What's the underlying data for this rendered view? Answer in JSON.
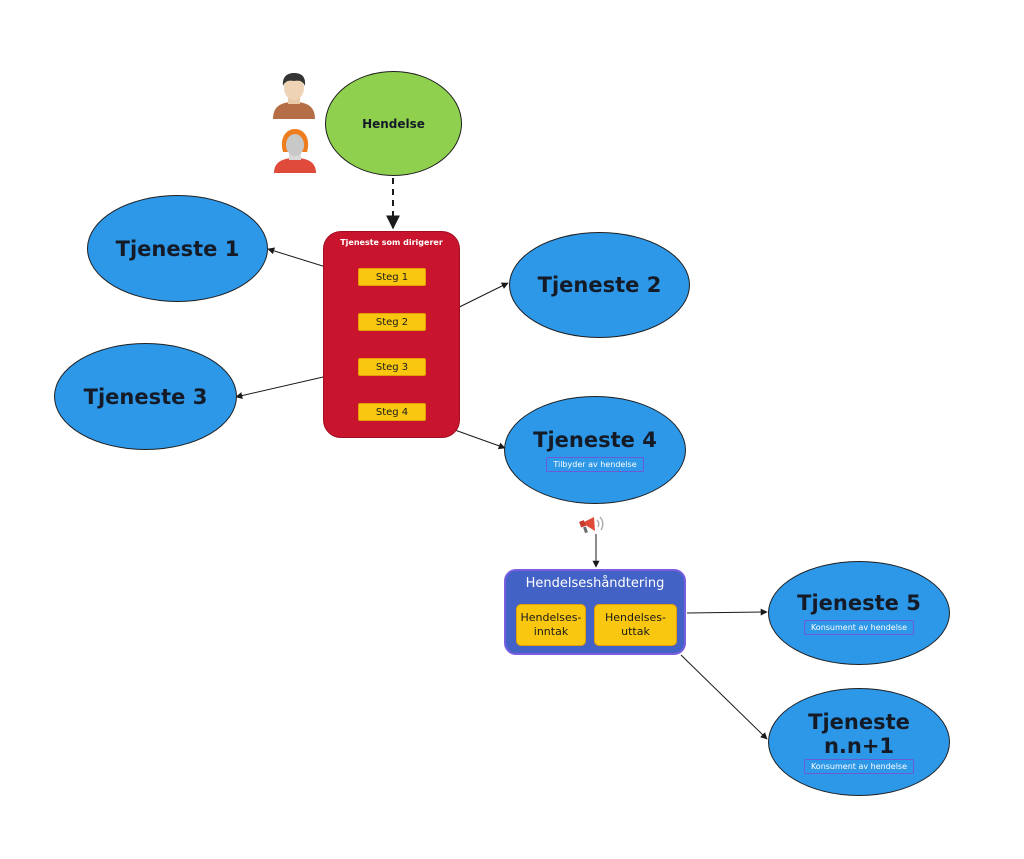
{
  "event": {
    "label": "Hendelse"
  },
  "orchestrator": {
    "title": "Tjeneste som dirigerer",
    "steps": [
      "Steg 1",
      "Steg 2",
      "Steg 3",
      "Steg 4"
    ]
  },
  "services": [
    {
      "name": "Tjeneste 1"
    },
    {
      "name": "Tjeneste 2"
    },
    {
      "name": "Tjeneste 3"
    },
    {
      "name": "Tjeneste 4",
      "tag": "Tilbyder av hendelse"
    },
    {
      "name": "Tjeneste 5",
      "tag": "Konsument av hendelse"
    },
    {
      "name_line1": "Tjeneste",
      "name_line2": "n.n+1",
      "tag": "Konsument av hendelse"
    }
  ],
  "hub": {
    "title": "Hendelseshåndtering",
    "intake_line1": "Hendelses-",
    "intake_line2": "inntak",
    "output_line1": "Hendelses-",
    "output_line2": "uttak"
  },
  "icons": {
    "actors": [
      "man-avatar-icon",
      "woman-avatar-icon"
    ],
    "publish": "megaphone-icon"
  },
  "colors": {
    "service": "#2d97e8",
    "event": "#8fd14f",
    "orchestrator": "#c8142c",
    "step": "#fac710",
    "hub": "#4262c5"
  }
}
